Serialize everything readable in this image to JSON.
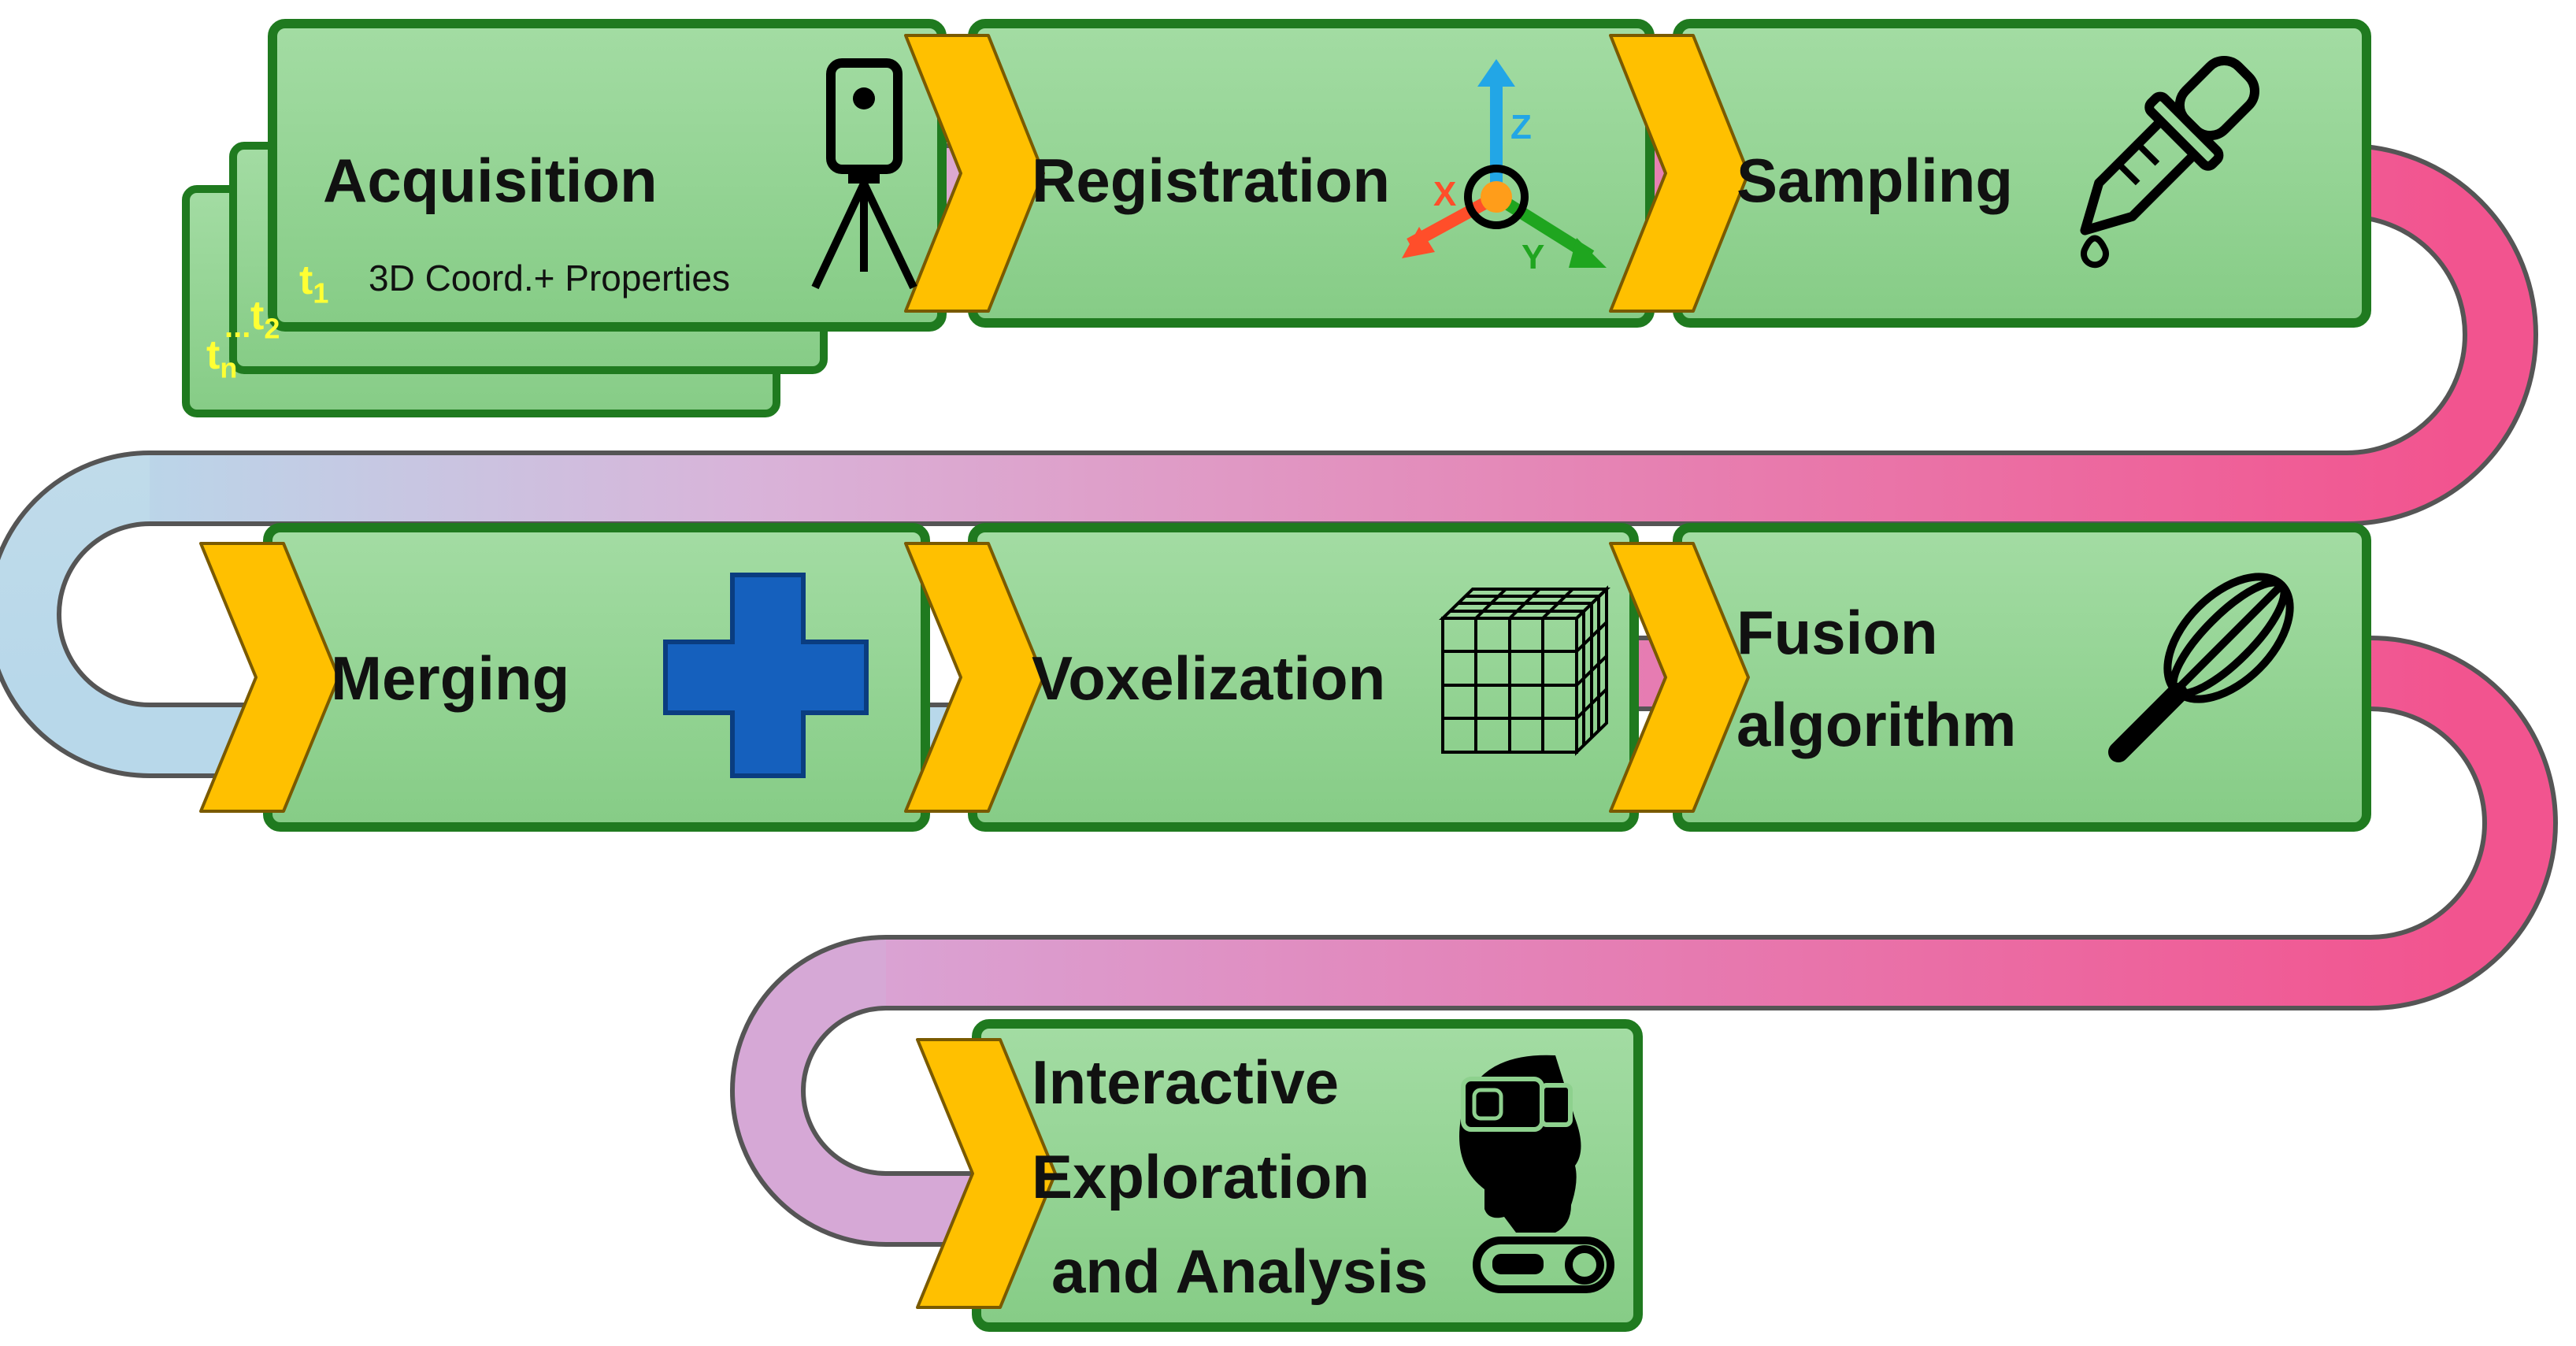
{
  "steps": {
    "acquisition": {
      "title": "Acquisition",
      "subtitle": "3D Coord.+ Properties",
      "icon": "tripod-scanner-icon"
    },
    "registration": {
      "title": "Registration",
      "icon": "xyz-axes-icon",
      "axes": {
        "x": "X",
        "y": "Y",
        "z": "Z"
      }
    },
    "sampling": {
      "title": "Sampling",
      "icon": "pipette-dropper-icon"
    },
    "merging": {
      "title": "Merging",
      "icon": "plus-icon"
    },
    "voxelization": {
      "title": "Voxelization",
      "icon": "voxel-cube-icon"
    },
    "fusion": {
      "title_line1": "Fusion",
      "title_line2": "algorithm",
      "icon": "whisk-icon"
    },
    "exploration": {
      "title_line1": "Interactive",
      "title_line2": "Exploration",
      "title_line3": "and Analysis",
      "icons": [
        "vr-headset-head-icon",
        "controller-icon"
      ]
    }
  },
  "time_labels": {
    "t1": "t",
    "t1_sub": "1",
    "t2": "t",
    "t2_sub": "2",
    "tn": "t",
    "tn_sub": "n",
    "dots": "..."
  },
  "colors": {
    "box_fill": "#8ed18e",
    "box_border": "#1f7a1f",
    "chevron": "#ffc000",
    "path_pink": "#f2548f",
    "path_blue": "#b8d8ea",
    "path_lilac": "#d6a8d6",
    "time_label": "#ffff33",
    "axis_x": "#ff4e2a",
    "axis_y": "#1fa51f",
    "axis_z": "#22a6e6",
    "plus_blue": "#1560bd"
  }
}
